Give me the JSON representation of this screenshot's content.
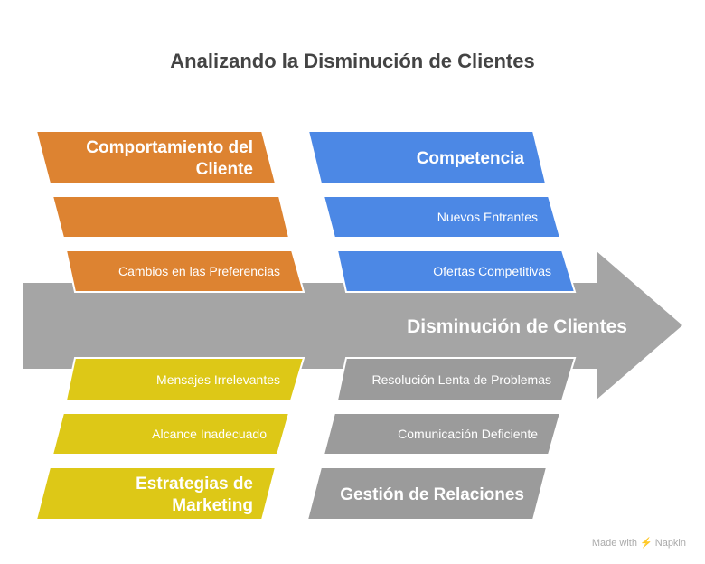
{
  "title": "Analizando la Disminución de Clientes",
  "spine": {
    "label": "Disminución de Clientes",
    "color": "#A5A5A5"
  },
  "categories": {
    "customer": {
      "title_lines": [
        "Comportamiento del",
        "Cliente"
      ],
      "causes": [
        "",
        "Cambios en las Preferencias"
      ],
      "color": "#DD8331"
    },
    "competition": {
      "title": "Competencia",
      "causes": [
        "Nuevos Entrantes",
        "Ofertas Competitivas"
      ],
      "color": "#4C88E5"
    },
    "marketing": {
      "title_lines": [
        "Estrategias de",
        "Marketing"
      ],
      "causes": [
        "Mensajes Irrelevantes",
        "Alcance Inadecuado"
      ],
      "color": "#DDC817"
    },
    "relations": {
      "title": "Gestión de Relaciones",
      "causes": [
        "Resolución Lenta de Problemas",
        "Comunicación Deficiente"
      ],
      "color": "#9B9B9B"
    }
  },
  "watermark": "Made with ⚡ Napkin"
}
